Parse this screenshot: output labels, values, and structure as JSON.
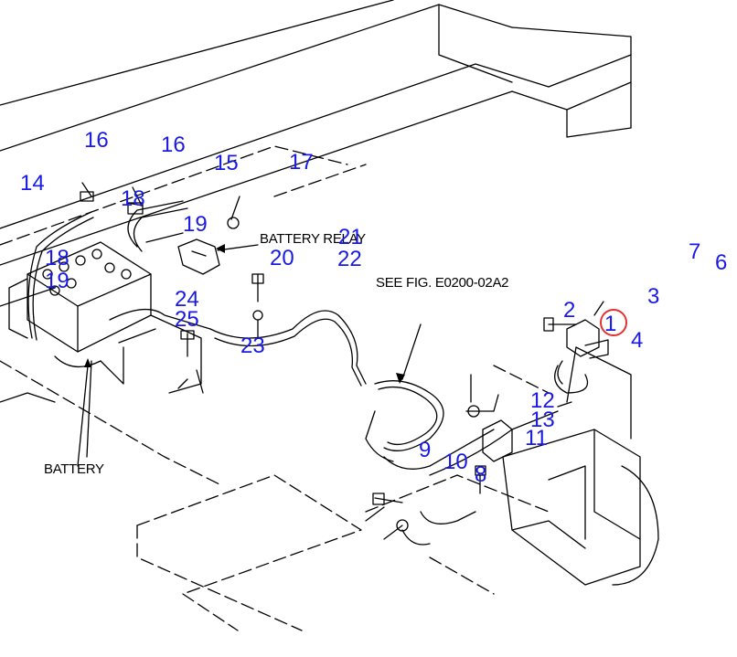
{
  "colors": {
    "callout": "#1a1ae6",
    "highlight": "#e53030",
    "line": "#000000",
    "background": "#ffffff"
  },
  "notes": {
    "battery_relay": "BATTERY RELAY",
    "see_fig": "SEE FIG. E0200-02A2",
    "battery": "BATTERY"
  },
  "callouts": [
    "16",
    "16",
    "15",
    "17",
    "14",
    "18",
    "19",
    "21",
    "22",
    "20",
    "18",
    "19",
    "24",
    "25",
    "23",
    "2",
    "1",
    "3",
    "4",
    "7",
    "6",
    "12",
    "13",
    "11",
    "9",
    "10",
    "8"
  ],
  "highlighted_callout": "1"
}
